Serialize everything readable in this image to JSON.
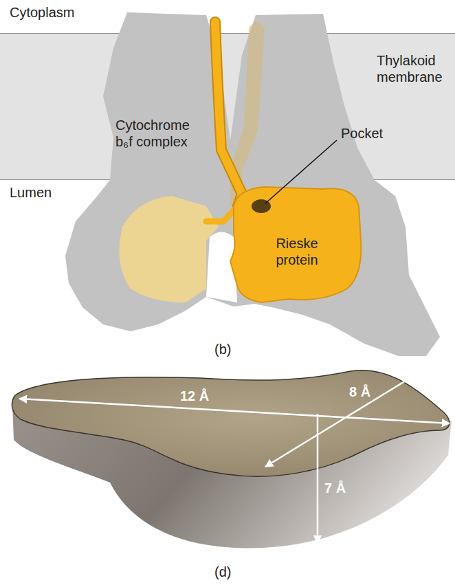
{
  "diagram": {
    "nodes": [
      {
        "text": [
          "Thylakoid membrane"
        ]
      },
      {
        "text": [
          "Cytochrome b₆f complex"
        ]
      },
      {
        "text": [
          "Rieske protein"
        ],
        "in": 1
      }
    ],
    "labels": [
      "Cytoplasm",
      "Lumen",
      "Pocket",
      "(b)",
      "12 Å",
      "8 Å",
      "7 Å",
      "(d)"
    ]
  }
}
